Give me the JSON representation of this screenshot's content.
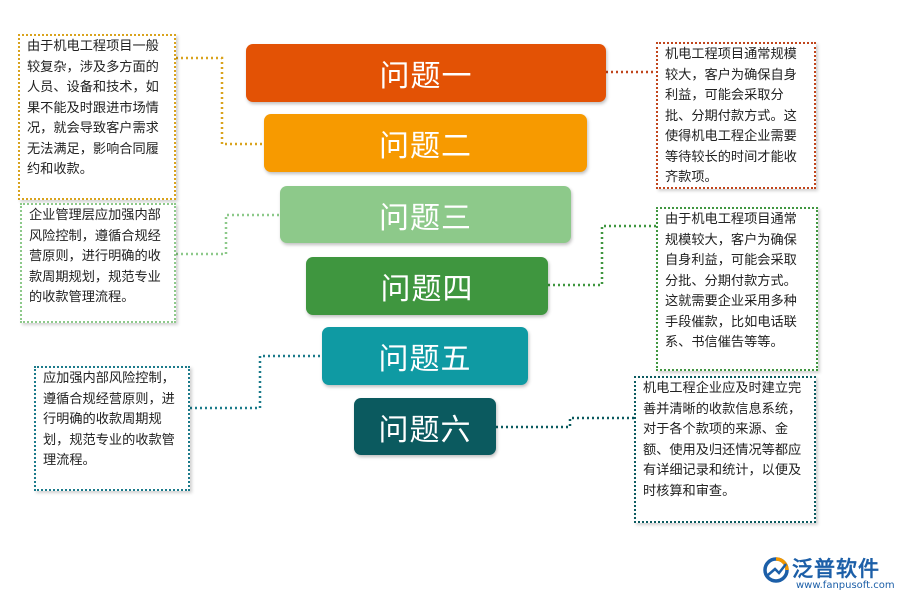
{
  "problems": [
    {
      "label": "问题一",
      "color": "#e35205"
    },
    {
      "label": "问题二",
      "color": "#f79a00"
    },
    {
      "label": "问题三",
      "color": "#8dc98a"
    },
    {
      "label": "问题四",
      "color": "#3f963f"
    },
    {
      "label": "问题五",
      "color": "#0f9aa3"
    },
    {
      "label": "问题六",
      "color": "#0b5a5f"
    }
  ],
  "notes": [
    {
      "text": "由于机电工程项目一般较复杂，涉及多方面的人员、设备和技术，如果不能及时跟进市场情况，就会导致客户需求无法满足，影响合同履约和收款。",
      "border_color": "#d9a31d"
    },
    {
      "text": "企业管理层应加强内部风险控制，遵循合规经营原则，进行明确的收款周期规划，规范专业的收款管理流程。",
      "border_color": "#8dc98a"
    },
    {
      "text": "应加强内部风险控制，遵循合规经营原则，进行明确的收款周期规划，规范专业的收款管理流程。",
      "border_color": "#1b7a8a"
    },
    {
      "text": "机电工程项目通常规模较大，客户为确保自身利益，可能会采取分批、分期付款方式。这使得机电工程企业需要等待较长的时间才能收齐款项。",
      "border_color": "#c0451c"
    },
    {
      "text": "由于机电工程项目通常规模较大，客户为确保自身利益，可能会采取分批、分期付款方式。这就需要企业采用多种手段催款，比如电话联系、书信催告等等。",
      "border_color": "#3f963f"
    },
    {
      "text": "机电工程企业应及时建立完善并清晰的收款信息系统，对于各个款项的来源、金额、使用及归还情况等都应有详细记录和统计，以便及时核算和审查。",
      "border_color": "#0b5a5f"
    }
  ],
  "logo": {
    "name": "泛普软件",
    "url": "www.fanpusoft.com",
    "color": "#1c5fa8",
    "accent": "#f39800"
  }
}
